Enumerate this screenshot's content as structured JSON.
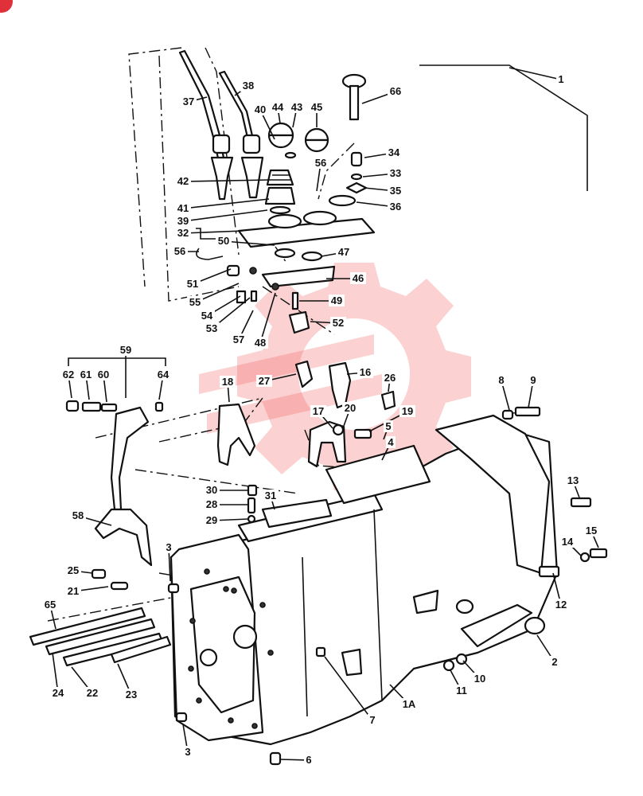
{
  "colors": {
    "ink": "#111111",
    "watermark": "#f25a5a",
    "badge": "#e0303a"
  },
  "watermark": {
    "icon": "gear-stripe-logo-icon"
  },
  "callouts": [
    {
      "t": "1"
    },
    {
      "t": "38"
    },
    {
      "t": "66"
    },
    {
      "t": "37"
    },
    {
      "t": "40"
    },
    {
      "t": "44"
    },
    {
      "t": "43"
    },
    {
      "t": "45"
    },
    {
      "t": "34"
    },
    {
      "t": "56"
    },
    {
      "t": "33"
    },
    {
      "t": "42"
    },
    {
      "t": "35"
    },
    {
      "t": "41"
    },
    {
      "t": "36"
    },
    {
      "t": "39"
    },
    {
      "t": "32"
    },
    {
      "t": "50"
    },
    {
      "t": "56"
    },
    {
      "t": "47"
    },
    {
      "t": "51"
    },
    {
      "t": "46"
    },
    {
      "t": "55"
    },
    {
      "t": "54"
    },
    {
      "t": "49"
    },
    {
      "t": "53"
    },
    {
      "t": "52"
    },
    {
      "t": "57"
    },
    {
      "t": "48"
    },
    {
      "t": "59"
    },
    {
      "t": "62"
    },
    {
      "t": "61"
    },
    {
      "t": "60"
    },
    {
      "t": "64"
    },
    {
      "t": "27"
    },
    {
      "t": "16"
    },
    {
      "t": "18"
    },
    {
      "t": "26"
    },
    {
      "t": "8"
    },
    {
      "t": "9"
    },
    {
      "t": "17"
    },
    {
      "t": "20"
    },
    {
      "t": "19"
    },
    {
      "t": "5"
    },
    {
      "t": "4"
    },
    {
      "t": "30"
    },
    {
      "t": "31"
    },
    {
      "t": "28"
    },
    {
      "t": "13"
    },
    {
      "t": "58"
    },
    {
      "t": "29"
    },
    {
      "t": "3"
    },
    {
      "t": "15"
    },
    {
      "t": "14"
    },
    {
      "t": "25"
    },
    {
      "t": "21"
    },
    {
      "t": "12"
    },
    {
      "t": "65"
    },
    {
      "t": "2"
    },
    {
      "t": "10"
    },
    {
      "t": "11"
    },
    {
      "t": "24"
    },
    {
      "t": "22"
    },
    {
      "t": "23"
    },
    {
      "t": "7"
    },
    {
      "t": "1A"
    },
    {
      "t": "3"
    },
    {
      "t": "6"
    }
  ]
}
